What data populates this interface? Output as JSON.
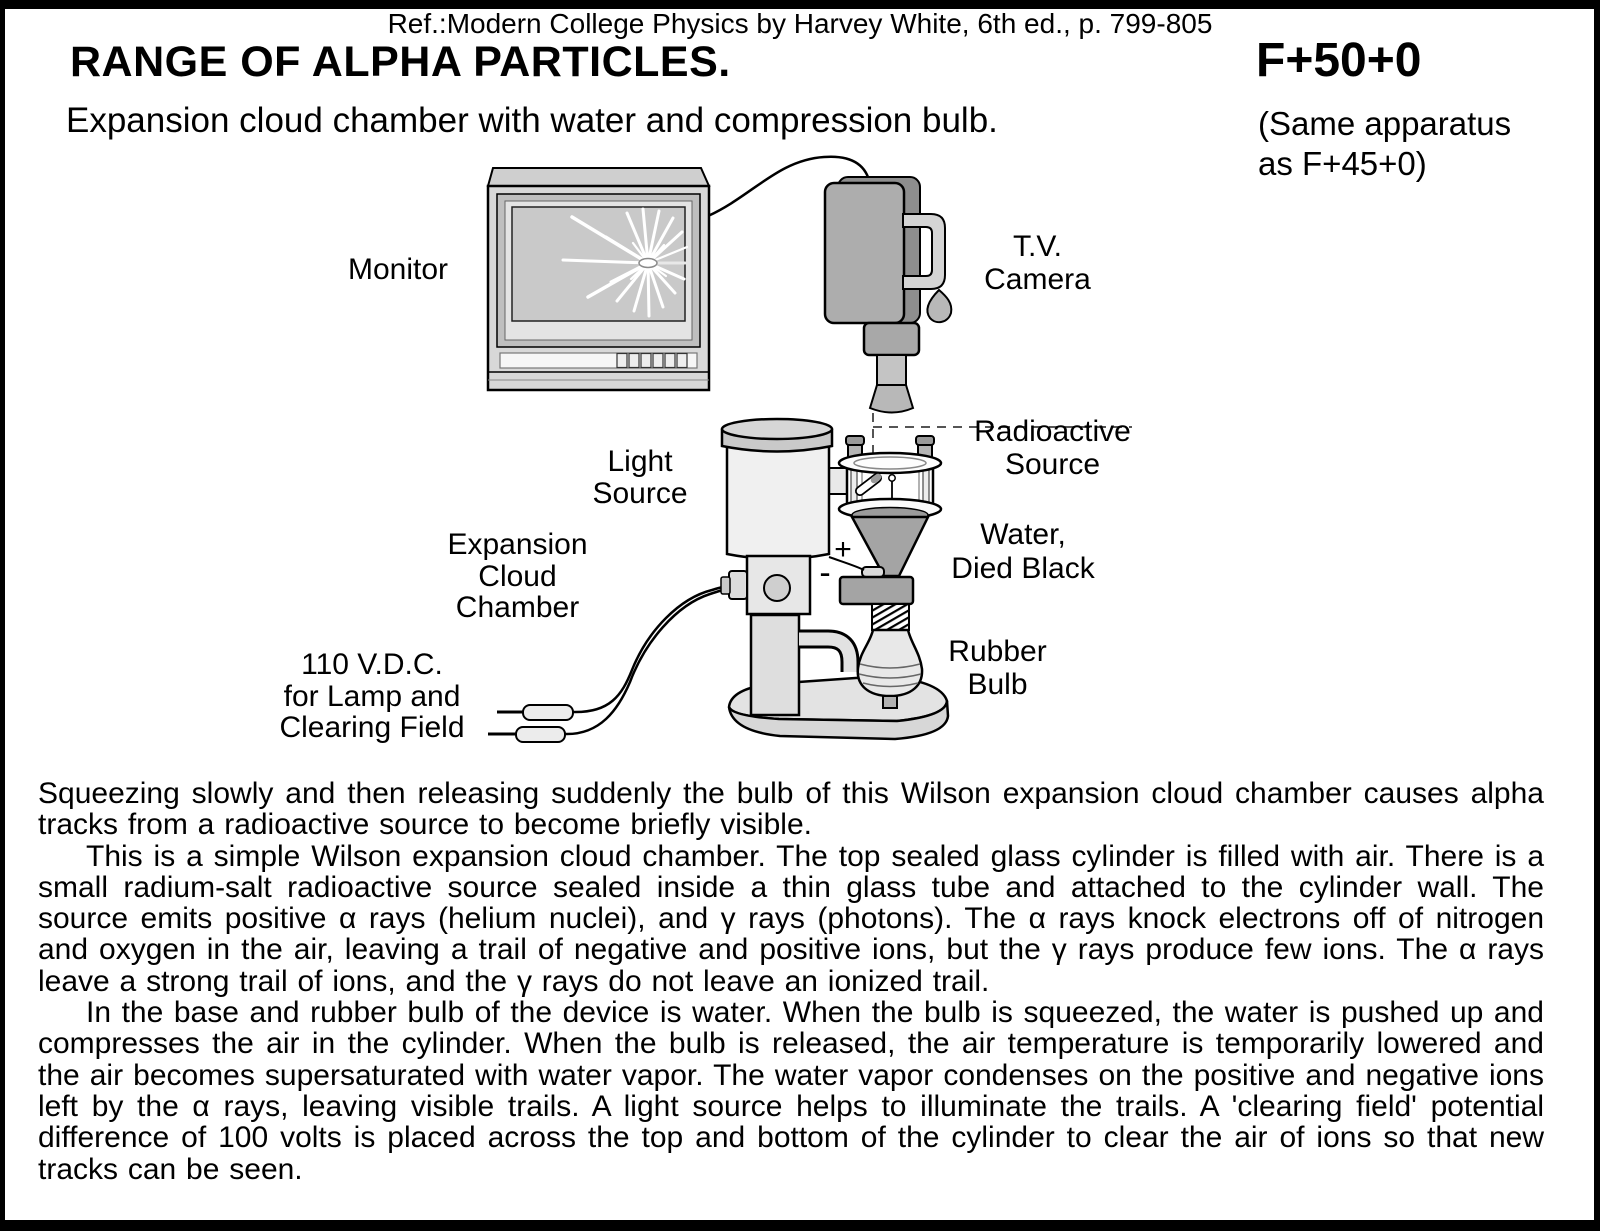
{
  "page": {
    "ref_line": "Ref.:Modern College Physics by Harvey White, 6th ed., p. 799-805",
    "title": "RANGE OF ALPHA PARTICLES.",
    "code": "F+50+0",
    "subtitle": "Expansion cloud chamber with water and compression bulb.",
    "subtitle_note": [
      "(Same apparatus",
      "as F+45+0)"
    ]
  },
  "diagram": {
    "labels": {
      "monitor": "Monitor",
      "tv_camera": [
        "T.V.",
        "Camera"
      ],
      "radioactive_source": [
        "Radioactive",
        "Source"
      ],
      "light_source": [
        "Light",
        "Source"
      ],
      "expansion_cloud_chamber": [
        "Expansion",
        "Cloud",
        "Chamber"
      ],
      "water_died_black": [
        "Water,",
        "Died Black"
      ],
      "rubber_bulb": [
        "Rubber",
        "Bulb"
      ],
      "vdc": [
        "110 V.D.C.",
        "for Lamp and",
        "Clearing Field"
      ],
      "plus": "+",
      "minus": "-"
    }
  },
  "body": {
    "paragraphs": [
      "Squeezing slowly and then releasing suddenly the bulb of this Wilson expansion cloud chamber causes alpha tracks from a radioactive source to become briefly visible.",
      "This is a simple Wilson expansion cloud chamber. The top sealed glass cylinder is filled with air. There is a small radium-salt radioactive source sealed inside a thin glass tube and attached to the cylinder wall. The source emits positive α rays (helium nuclei), and γ rays (photons). The α rays knock electrons off of nitrogen and oxygen in the air, leaving a trail of negative and positive ions, but the γ rays produce few ions. The α rays leave a strong trail of ions, and the γ rays do not leave an ionized trail.",
      "In the base and rubber bulb of the device is water. When the bulb is squeezed, the water is pushed up and compresses the air in the cylinder. When the bulb is released, the air temperature is temporarily lowered and the air becomes supersaturated with water vapor. The water vapor condenses on the positive and negative ions left by the α rays, leaving visible trails. A light source helps to illuminate the trails.  A 'clearing field' potential difference of 100 volts is placed across the top and bottom of the cylinder to clear the air of ions so that new tracks can be seen."
    ]
  },
  "colors": {
    "ink": "#000000",
    "paper": "#ffffff",
    "gray_light": "#e6e6e6",
    "gray_mid": "#ababab",
    "gray_dark": "#8e8e8e"
  }
}
